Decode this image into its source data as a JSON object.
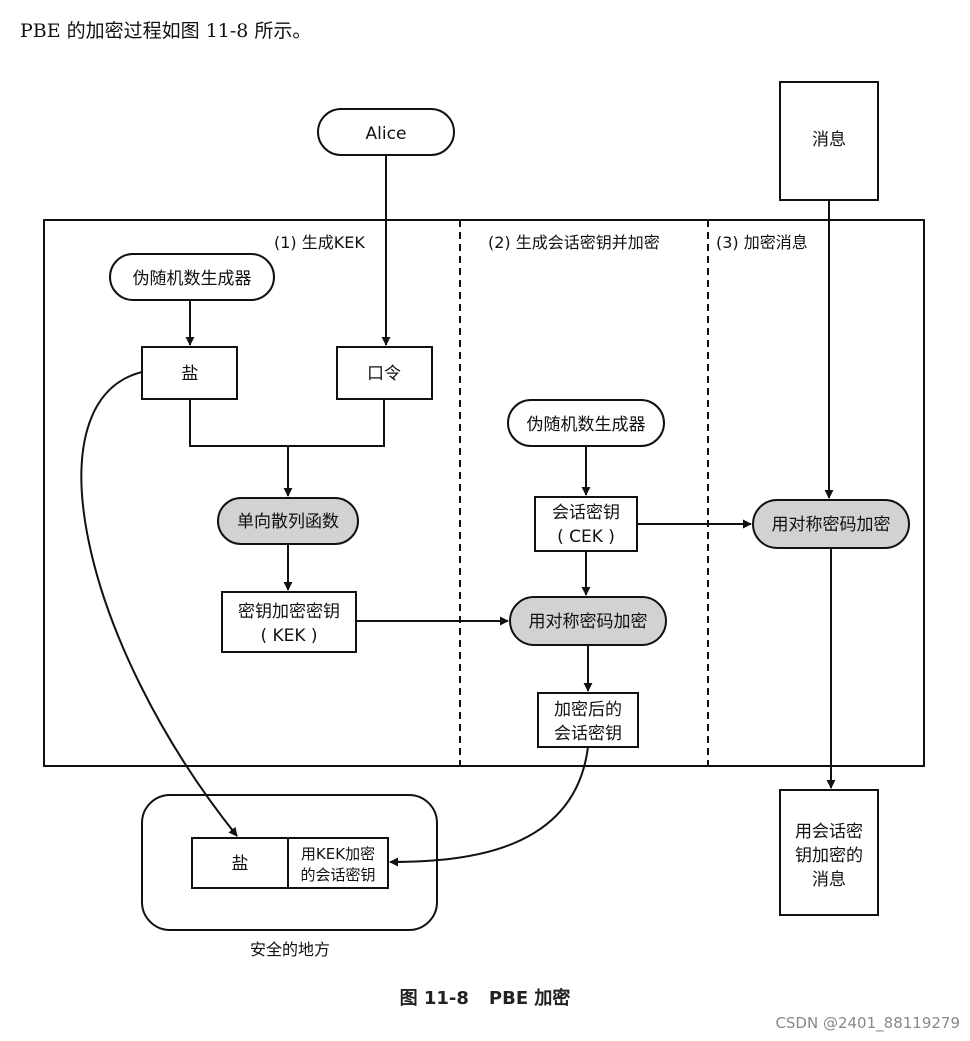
{
  "intro_text": "PBE 的加密过程如图 11-8 所示。",
  "figure": {
    "label": "图 11-8",
    "title": "PBE 加密"
  },
  "watermark": "CSDN @2401_88119279",
  "colors": {
    "stroke": "#111111",
    "shaded_node": "#d2d2d2",
    "white_node": "#ffffff"
  },
  "sections": {
    "s1": "(1) 生成KEK",
    "s2": "(2) 生成会话密钥并加密",
    "s3": "(3) 加密消息"
  },
  "nodes": {
    "alice": "Alice",
    "message": "消息",
    "rng1": "伪随机数生成器",
    "salt": "盐",
    "password": "口令",
    "hash": "单向散列函数",
    "kek_line1": "密钥加密密钥",
    "kek_line2": "( KEK )",
    "rng2": "伪随机数生成器",
    "cek_line1": "会话密钥",
    "cek_line2": "( CEK )",
    "enc_kek": "用对称密码加密",
    "enc_msg": "用对称密码加密",
    "enc_cek_line1": "加密后的",
    "enc_cek_line2": "会话密钥",
    "output_line1": "用会话密",
    "output_line2": "钥加密的",
    "output_line3": "消息",
    "safe_salt": "盐",
    "safe_key_line1": "用KEK加密",
    "safe_key_line2": "的会话密钥",
    "safe_place_label": "安全的地方"
  }
}
